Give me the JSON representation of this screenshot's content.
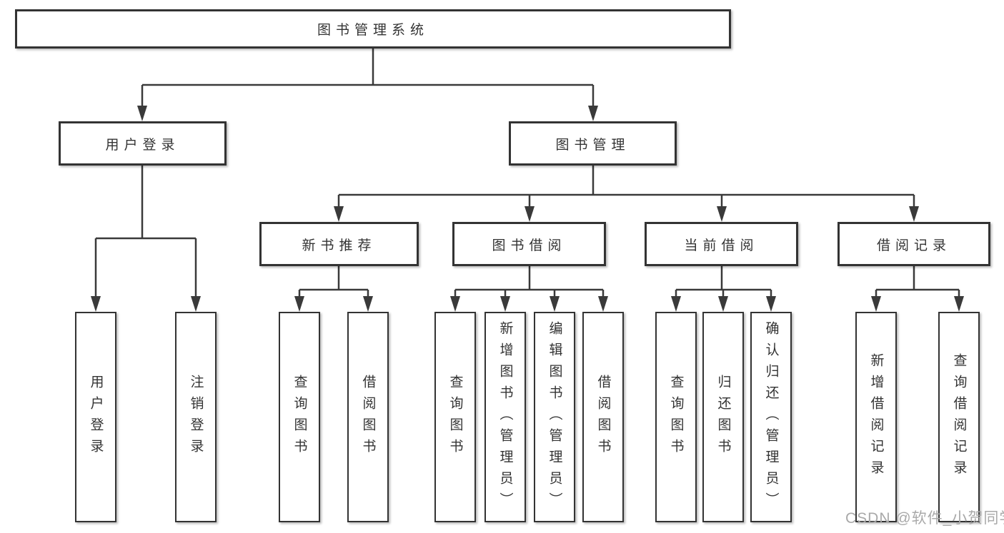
{
  "diagram": {
    "root": {
      "label": "图书管理系统"
    },
    "level2": [
      {
        "label": "用户登录"
      },
      {
        "label": "图书管理"
      }
    ],
    "level3": [
      {
        "label": "新书推荐"
      },
      {
        "label": "图书借阅"
      },
      {
        "label": "当前借阅"
      },
      {
        "label": "借阅记录"
      }
    ],
    "leaves": [
      {
        "label": "用户登录"
      },
      {
        "label": "注销登录"
      },
      {
        "label": "查询图书"
      },
      {
        "label": "借阅图书"
      },
      {
        "label": "查询图书"
      },
      {
        "label": "新增图书（管理员）"
      },
      {
        "label": "编辑图书（管理员）"
      },
      {
        "label": "借阅图书"
      },
      {
        "label": "查询图书"
      },
      {
        "label": "归还图书"
      },
      {
        "label": "确认归还（管理员）"
      },
      {
        "label": "新增借阅记录"
      },
      {
        "label": "查询借阅记录"
      }
    ],
    "watermark": "CSDN @软件_小贺同学",
    "colors": {
      "line": "#3a3a3a",
      "border": "#333333",
      "text": "#333333",
      "watermark": "#a9a9a9",
      "background": "#ffffff"
    }
  }
}
